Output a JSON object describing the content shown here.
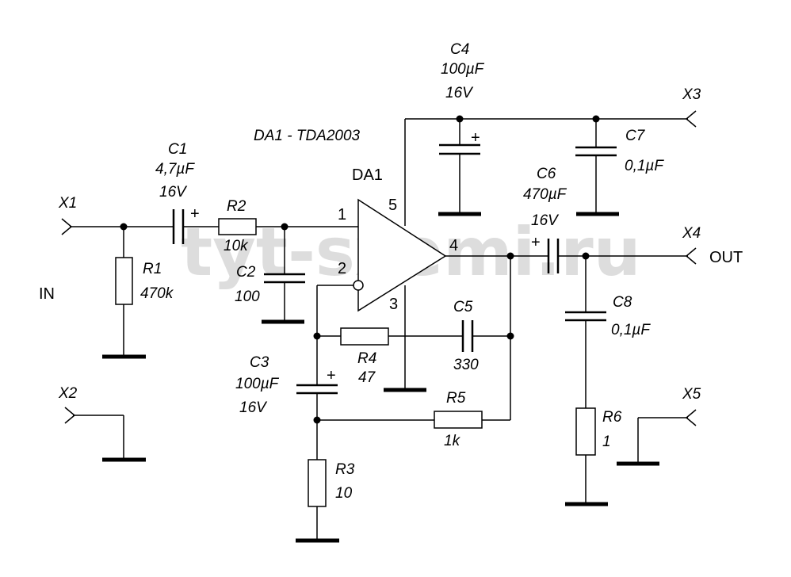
{
  "watermark": "tyt-sxemi.ru",
  "chip": {
    "ref": "DA1",
    "type_caption": "DA1 - TDA2003"
  },
  "pins": {
    "p1": "1",
    "p2": "2",
    "p3": "3",
    "p4": "4",
    "p5": "5"
  },
  "connectors": {
    "x1": "X1",
    "x2": "X2",
    "x3": "X3",
    "x4": "X4",
    "x5": "X5"
  },
  "port_labels": {
    "in": "IN",
    "out": "OUT"
  },
  "polarity_mark": "+",
  "components": {
    "c1": {
      "ref": "C1",
      "value": "4,7µF",
      "voltage": "16V"
    },
    "c2": {
      "ref": "C2",
      "value": "100"
    },
    "c3": {
      "ref": "C3",
      "value": "100µF",
      "voltage": "16V"
    },
    "c4": {
      "ref": "C4",
      "value": "100µF",
      "voltage": "16V"
    },
    "c5": {
      "ref": "C5",
      "value": "330"
    },
    "c6": {
      "ref": "C6",
      "value": "470µF",
      "voltage": "16V"
    },
    "c7": {
      "ref": "C7",
      "value": "0,1µF"
    },
    "c8": {
      "ref": "C8",
      "value": "0,1µF"
    },
    "r1": {
      "ref": "R1",
      "value": "470k"
    },
    "r2": {
      "ref": "R2",
      "value": "10k"
    },
    "r3": {
      "ref": "R3",
      "value": "10"
    },
    "r4": {
      "ref": "R4",
      "value": "47"
    },
    "r5": {
      "ref": "R5",
      "value": "1k"
    },
    "r6": {
      "ref": "R6",
      "value": "1"
    }
  }
}
